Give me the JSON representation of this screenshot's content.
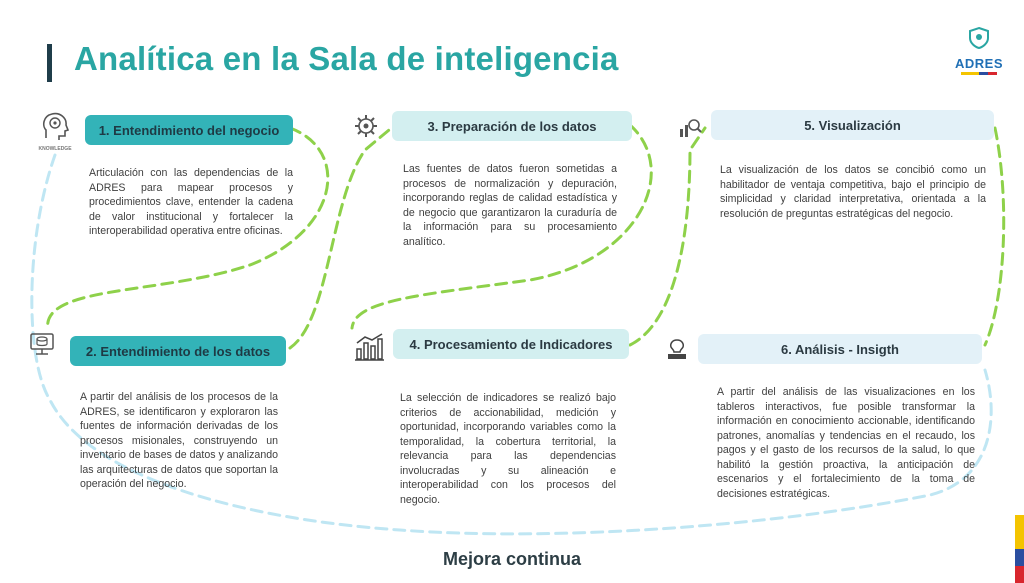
{
  "page": {
    "title": "Analítica en la Sala de inteligencia",
    "footer": "Mejora continua"
  },
  "logo": {
    "text": "ADRES"
  },
  "colors": {
    "accent": "#2aa6a3",
    "teal_pill": "#33b3b8",
    "light_pill": "#d3eff0",
    "dash_green": "#8ed14a",
    "dash_blue": "#bfe6f3"
  },
  "steps": [
    {
      "label": "1. Entendimiento del negocio",
      "text": "Articulación con las dependencias de la ADRES para mapear procesos y procedimientos clave, entender la cadena de valor institucional y fortalecer la interoperabilidad operativa entre oficinas.",
      "icon": "brain-head-icon",
      "icon_caption": "KNOWLEDGE"
    },
    {
      "label": "2. Entendimiento de los datos",
      "text": "A partir del análisis de los procesos de la ADRES, se identificaron y exploraron las fuentes de información derivadas de los procesos misionales, construyendo un inventario de bases de datos y analizando las arquitecturas de datos que soportan la operación del negocio.",
      "icon": "database-monitor-icon",
      "icon_caption": ""
    },
    {
      "label": "3. Preparación de los datos",
      "text": "Las fuentes de datos fueron sometidas a procesos de normalización y depuración, incorporando reglas de calidad estadística y de negocio que garantizaron la curaduría de la información para su procesamiento analítico.",
      "icon": "gear-data-icon",
      "icon_caption": ""
    },
    {
      "label": "4. Procesamiento de Indicadores",
      "text": "La selección de indicadores se realizó bajo criterios de accionabilidad, medición y oportunidad, incorporando variables como la temporalidad, la cobertura territorial, la relevancia para las dependencias involucradas y su alineación e interoperabilidad con los procesos del negocio.",
      "icon": "indicator-chart-icon",
      "icon_caption": ""
    },
    {
      "label": "5. Visualización",
      "text": "La visualización de los datos se concibió como un habilitador de ventaja competitiva, bajo el principio de simplicidad y claridad interpretativa, orientada a la resolución de preguntas estratégicas del negocio.",
      "icon": "chart-magnifier-icon",
      "icon_caption": ""
    },
    {
      "label": "6. Análisis - Insigth",
      "text": "A partir del análisis de las visualizaciones en los tableros interactivos, fue posible transformar la información en conocimiento accionable, identificando patrones, anomalías y tendencias en el recaudo, los pagos y el gasto de los recursos de la salud, lo que habilitó la gestión proactiva, la anticipación de escenarios y el fortalecimiento de la toma de decisiones estratégicas.",
      "icon": "lightbulb-screen-icon",
      "icon_caption": ""
    }
  ]
}
